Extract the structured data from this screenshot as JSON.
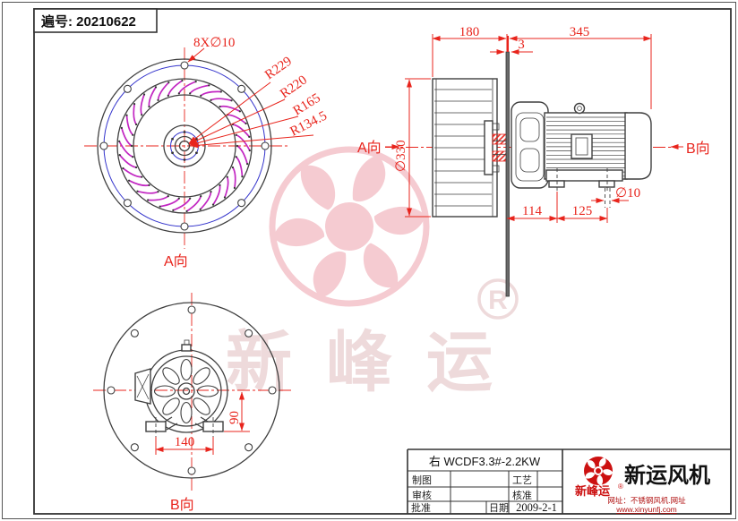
{
  "doc": {
    "number_label": "遍号: 20210622"
  },
  "front_view": {
    "view_label": "A向",
    "dim_bolt": "8X∅10",
    "dim_r229": "R229",
    "dim_r220": "R220",
    "dim_r165": "R165",
    "dim_r134": "R134.5"
  },
  "side_view": {
    "label_a": "A向",
    "label_b": "B向",
    "dim_180": "180",
    "dim_345": "345",
    "dim_3": "3",
    "dim_d330": "∅330",
    "dim_114": "114",
    "dim_125": "125",
    "dim_d10": "∅10"
  },
  "rear_view": {
    "view_label": "B向",
    "dim_140": "140",
    "dim_90": "90"
  },
  "title_block": {
    "model": "右 WCDF3.3#-2.2KW",
    "cells": {
      "drafted": "制图",
      "process": "工艺",
      "checked": "审核",
      "ratified": "核准",
      "approved": "批准",
      "date_label": "日期",
      "date_value": "2009-2-1"
    },
    "brand": {
      "script": "新峰运",
      "reg": "®",
      "name": "新运风机",
      "site1": "网址：不锈钢风机.网址",
      "site2": "www.xinyunfj.com"
    }
  },
  "watermark": {
    "text": "新峰运",
    "reg": "R"
  },
  "colors": {
    "line": "#3f3f3f",
    "dimension_red": "#e8241c",
    "bolt_circle_blue": "#3434cc",
    "blade_magenta": "#c226c2",
    "watermark_pink": "#f5cbd1",
    "brand_red": "#cc1111"
  }
}
